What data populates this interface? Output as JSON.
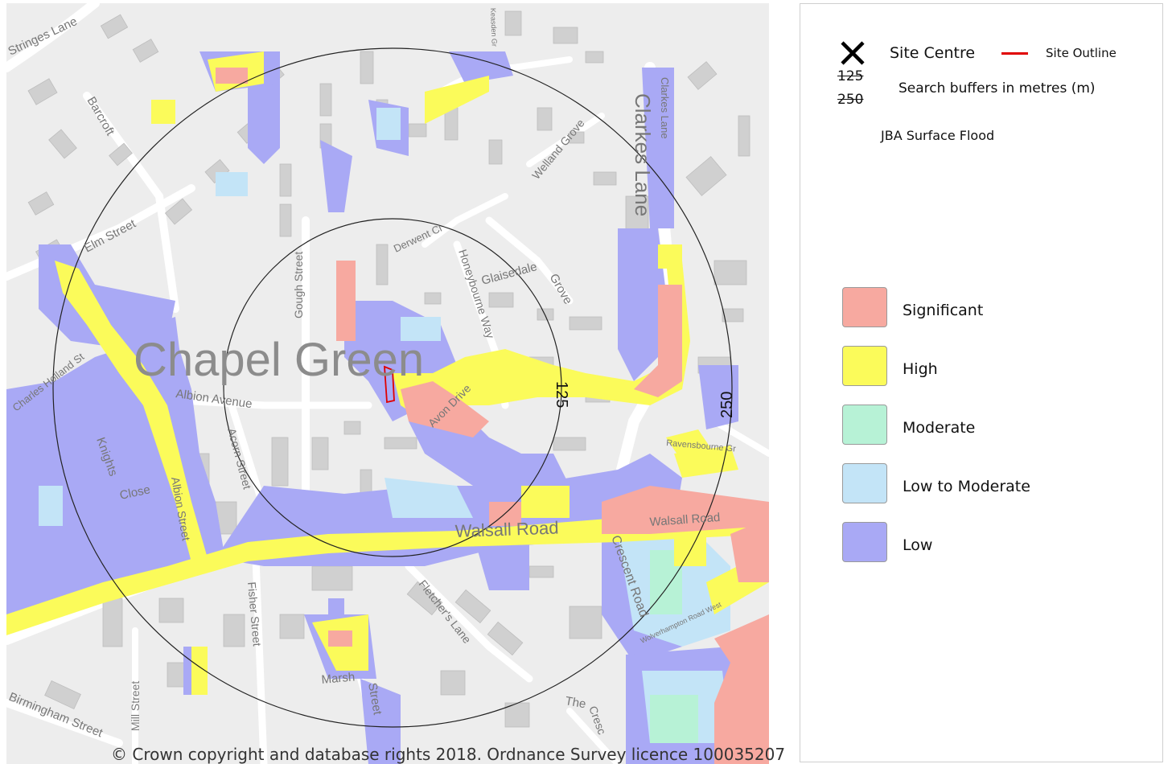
{
  "map": {
    "place_label": "Chapel Green",
    "streets": [
      "Stringes Lane",
      "Barcroft",
      "Elm Street",
      "Charles Holland St",
      "Albion Avenue",
      "Knights",
      "Close",
      "Albion Street",
      "Acorn Street",
      "Gough Street",
      "Derwent Cl",
      "Honeybourne Way",
      "Glaisedale",
      "Grove",
      "Avon Drive",
      "Welland Grove",
      "Keasden Gr",
      "Clarkes Lane",
      "Clarkes Lane",
      "Ravensbourne Gr",
      "Walsall Road",
      "Walsall Road",
      "Crescent Road",
      "Wolverhampton Road West",
      "Fletcher's Lane",
      "Fisher Street",
      "Marsh",
      "Street",
      "Mill Street",
      "Birmingham Street",
      "The",
      "Cresc"
    ],
    "buffer_labels": [
      "125",
      "250"
    ],
    "copyright": "© Crown copyright and database rights 2018. Ordnance Survey licence 100035207"
  },
  "legend": {
    "site_centre": "Site Centre",
    "site_outline": "Site Outline",
    "buffer_values": [
      "125",
      "250"
    ],
    "buffers_label": "Search buffers in metres (m)",
    "layer_title": "JBA Surface Flood",
    "categories": [
      {
        "label": "Significant",
        "color": "#f7a9a0"
      },
      {
        "label": "High",
        "color": "#fbfb5a"
      },
      {
        "label": "Moderate",
        "color": "#b7f2d6"
      },
      {
        "label": "Low to Moderate",
        "color": "#c3e4f7"
      },
      {
        "label": "Low",
        "color": "#a9a9f5"
      }
    ],
    "site_centre_icon": "cross-icon",
    "site_outline_color": "#e00000"
  }
}
